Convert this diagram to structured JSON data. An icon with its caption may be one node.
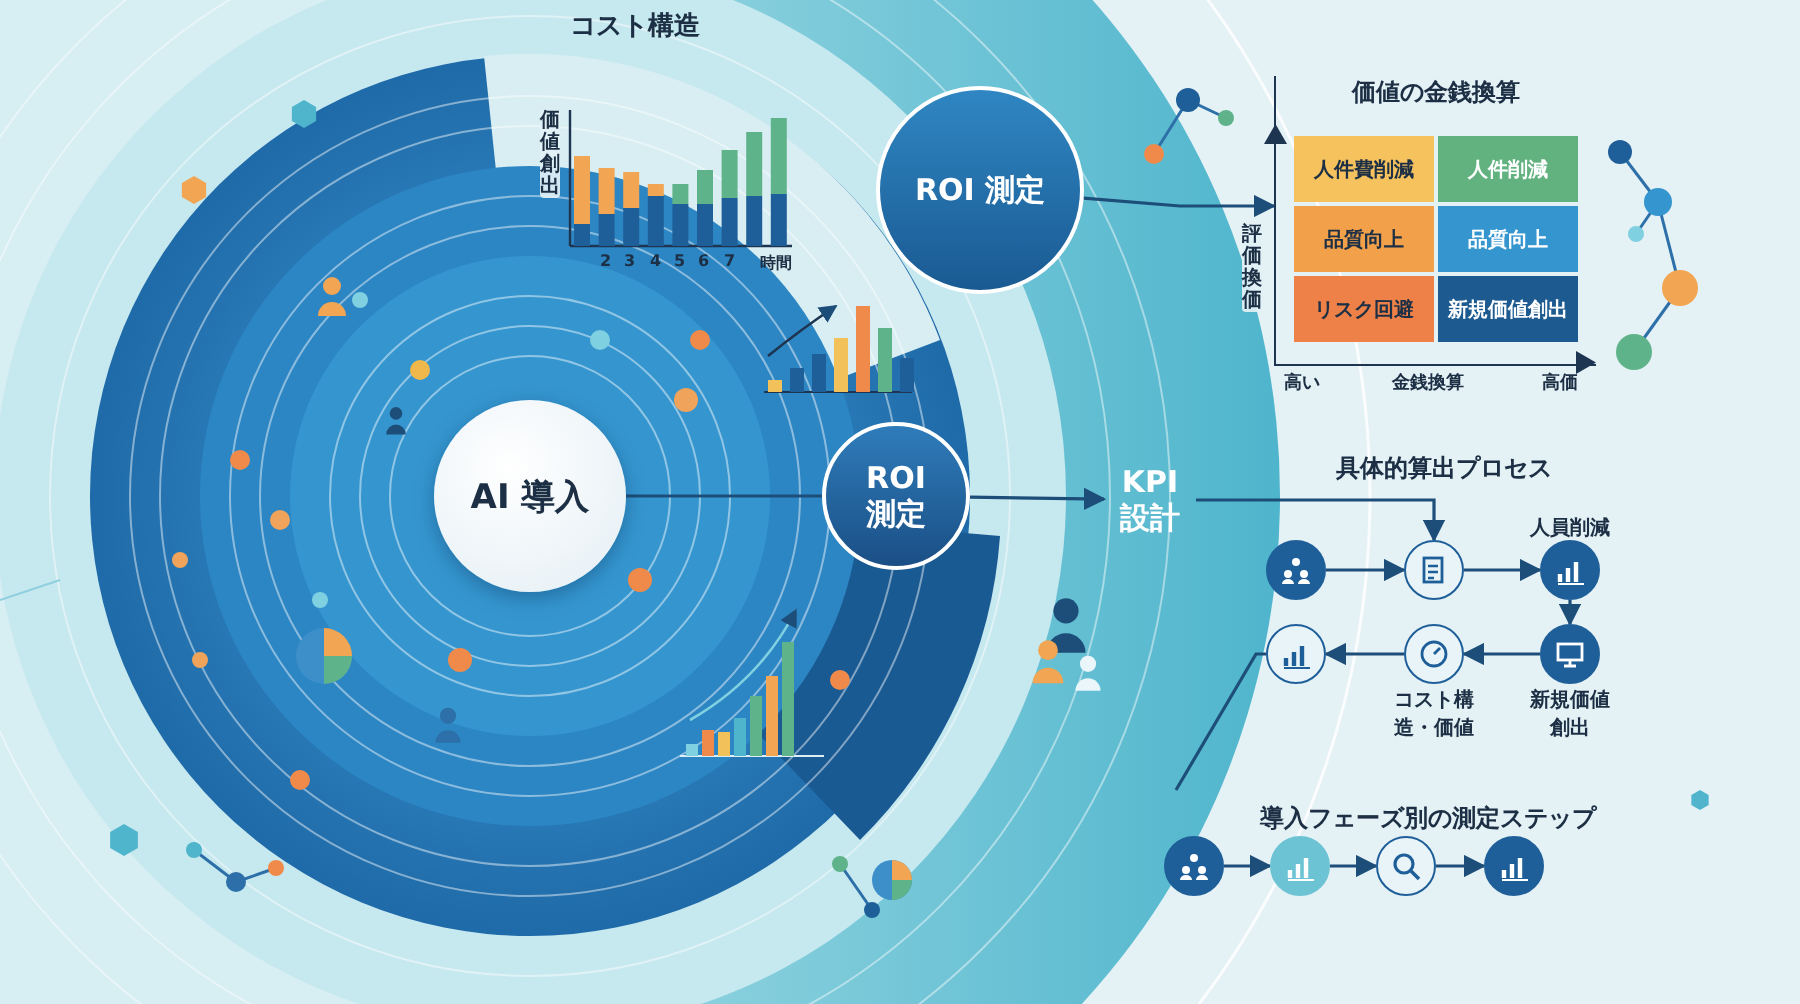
{
  "diagram": {
    "nodes": [
      {
        "text": [
          "AI 導入"
        ]
      },
      {
        "text": [
          "ROI 測定"
        ]
      },
      {
        "text": [
          "KPI 設計"
        ]
      },
      {
        "text": [
          "ROI 測定"
        ]
      },
      {
        "text": [
          "価値の金銭換算"
        ]
      },
      {
        "text": [
          "人件費削減"
        ],
        "in": 4
      },
      {
        "text": [
          "人件削減"
        ],
        "in": 4
      },
      {
        "text": [
          "品質向上"
        ],
        "in": 4
      },
      {
        "text": [
          "品質向上"
        ],
        "in": 4
      },
      {
        "text": [
          "リスク回避"
        ],
        "in": 4
      },
      {
        "text": [
          "新規価値創出"
        ],
        "in": 4
      },
      {
        "text": [],
        "shape": "circle"
      },
      {
        "text": [],
        "shape": "circle"
      },
      {
        "text": [],
        "shape": "circle",
        "beside": [
          "人員削減"
        ]
      },
      {
        "text": [],
        "shape": "circle",
        "beside": [
          "新規価値創出"
        ]
      },
      {
        "text": [],
        "shape": "circle",
        "beside": [
          "コスト構造・価値"
        ]
      },
      {
        "text": [],
        "shape": "circle"
      },
      {
        "text": [],
        "shape": "circle"
      },
      {
        "text": [],
        "shape": "circle"
      },
      {
        "text": [],
        "shape": "circle"
      },
      {
        "text": [],
        "shape": "circle"
      }
    ],
    "edges": [
      {
        "from": 0,
        "to": 1,
        "arrow": "none"
      },
      {
        "from": 1,
        "to": 2,
        "arrow": "to"
      },
      {
        "from": 3,
        "to": 4,
        "arrow": "to"
      },
      {
        "from": 2,
        "to": 12,
        "arrow": "to"
      },
      {
        "from": 11,
        "to": 12,
        "arrow": "to"
      },
      {
        "from": 12,
        "to": 13,
        "arrow": "to"
      },
      {
        "from": 13,
        "to": 14,
        "arrow": "to"
      },
      {
        "from": 14,
        "to": 15,
        "arrow": "to"
      },
      {
        "from": 15,
        "to": 16,
        "arrow": "to"
      },
      {
        "from": 16,
        "to": null,
        "arrow": "none"
      },
      {
        "from": 17,
        "to": 18,
        "arrow": "to"
      },
      {
        "from": 18,
        "to": 19,
        "arrow": "to"
      },
      {
        "from": 19,
        "to": 20,
        "arrow": "to"
      }
    ],
    "labels": [
      "コスト構造",
      "価値創出",
      "2",
      "3",
      "4",
      "5",
      "6",
      "7",
      "時間",
      "評価換価",
      "高い",
      "金銭換算",
      "高価",
      "具体的算出プロセス",
      "導入フェーズ別の測定ステップ"
    ]
  }
}
